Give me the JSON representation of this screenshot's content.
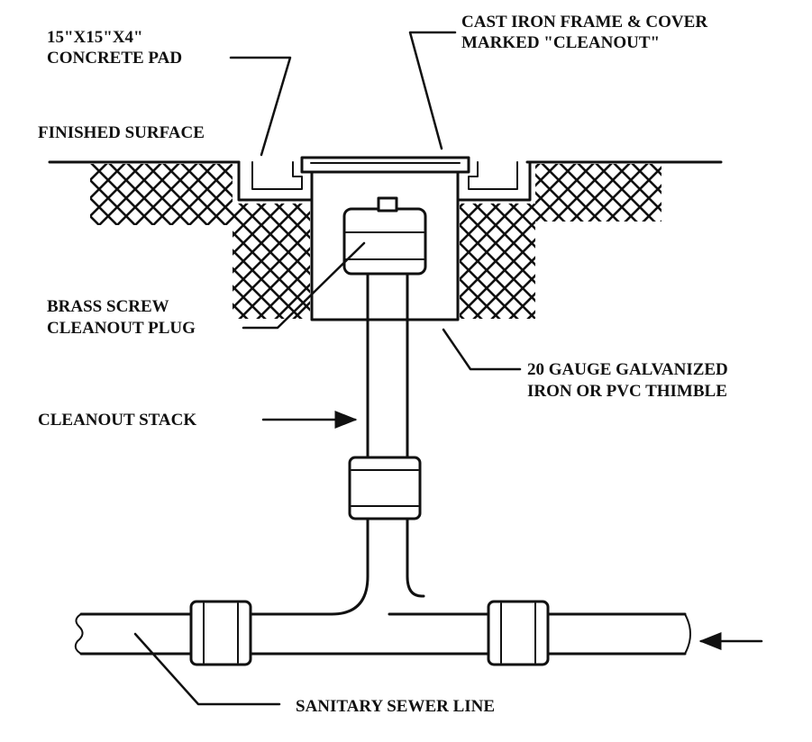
{
  "labels": {
    "pad_line1": "15\"X15\"X4\"",
    "pad_line2": "CONCRETE PAD",
    "frame_line1": "CAST IRON FRAME & COVER",
    "frame_line2": "MARKED \"CLEANOUT\"",
    "finished_surface": "FINISHED SURFACE",
    "plug_line1": "BRASS SCREW",
    "plug_line2": "CLEANOUT PLUG",
    "thimble_line1": "20 GAUGE GALVANIZED",
    "thimble_line2": "IRON OR PVC THIMBLE",
    "stack": "CLEANOUT STACK",
    "sewer": "SANITARY SEWER LINE"
  },
  "colors": {
    "ink": "#111111",
    "paper": "#ffffff"
  }
}
